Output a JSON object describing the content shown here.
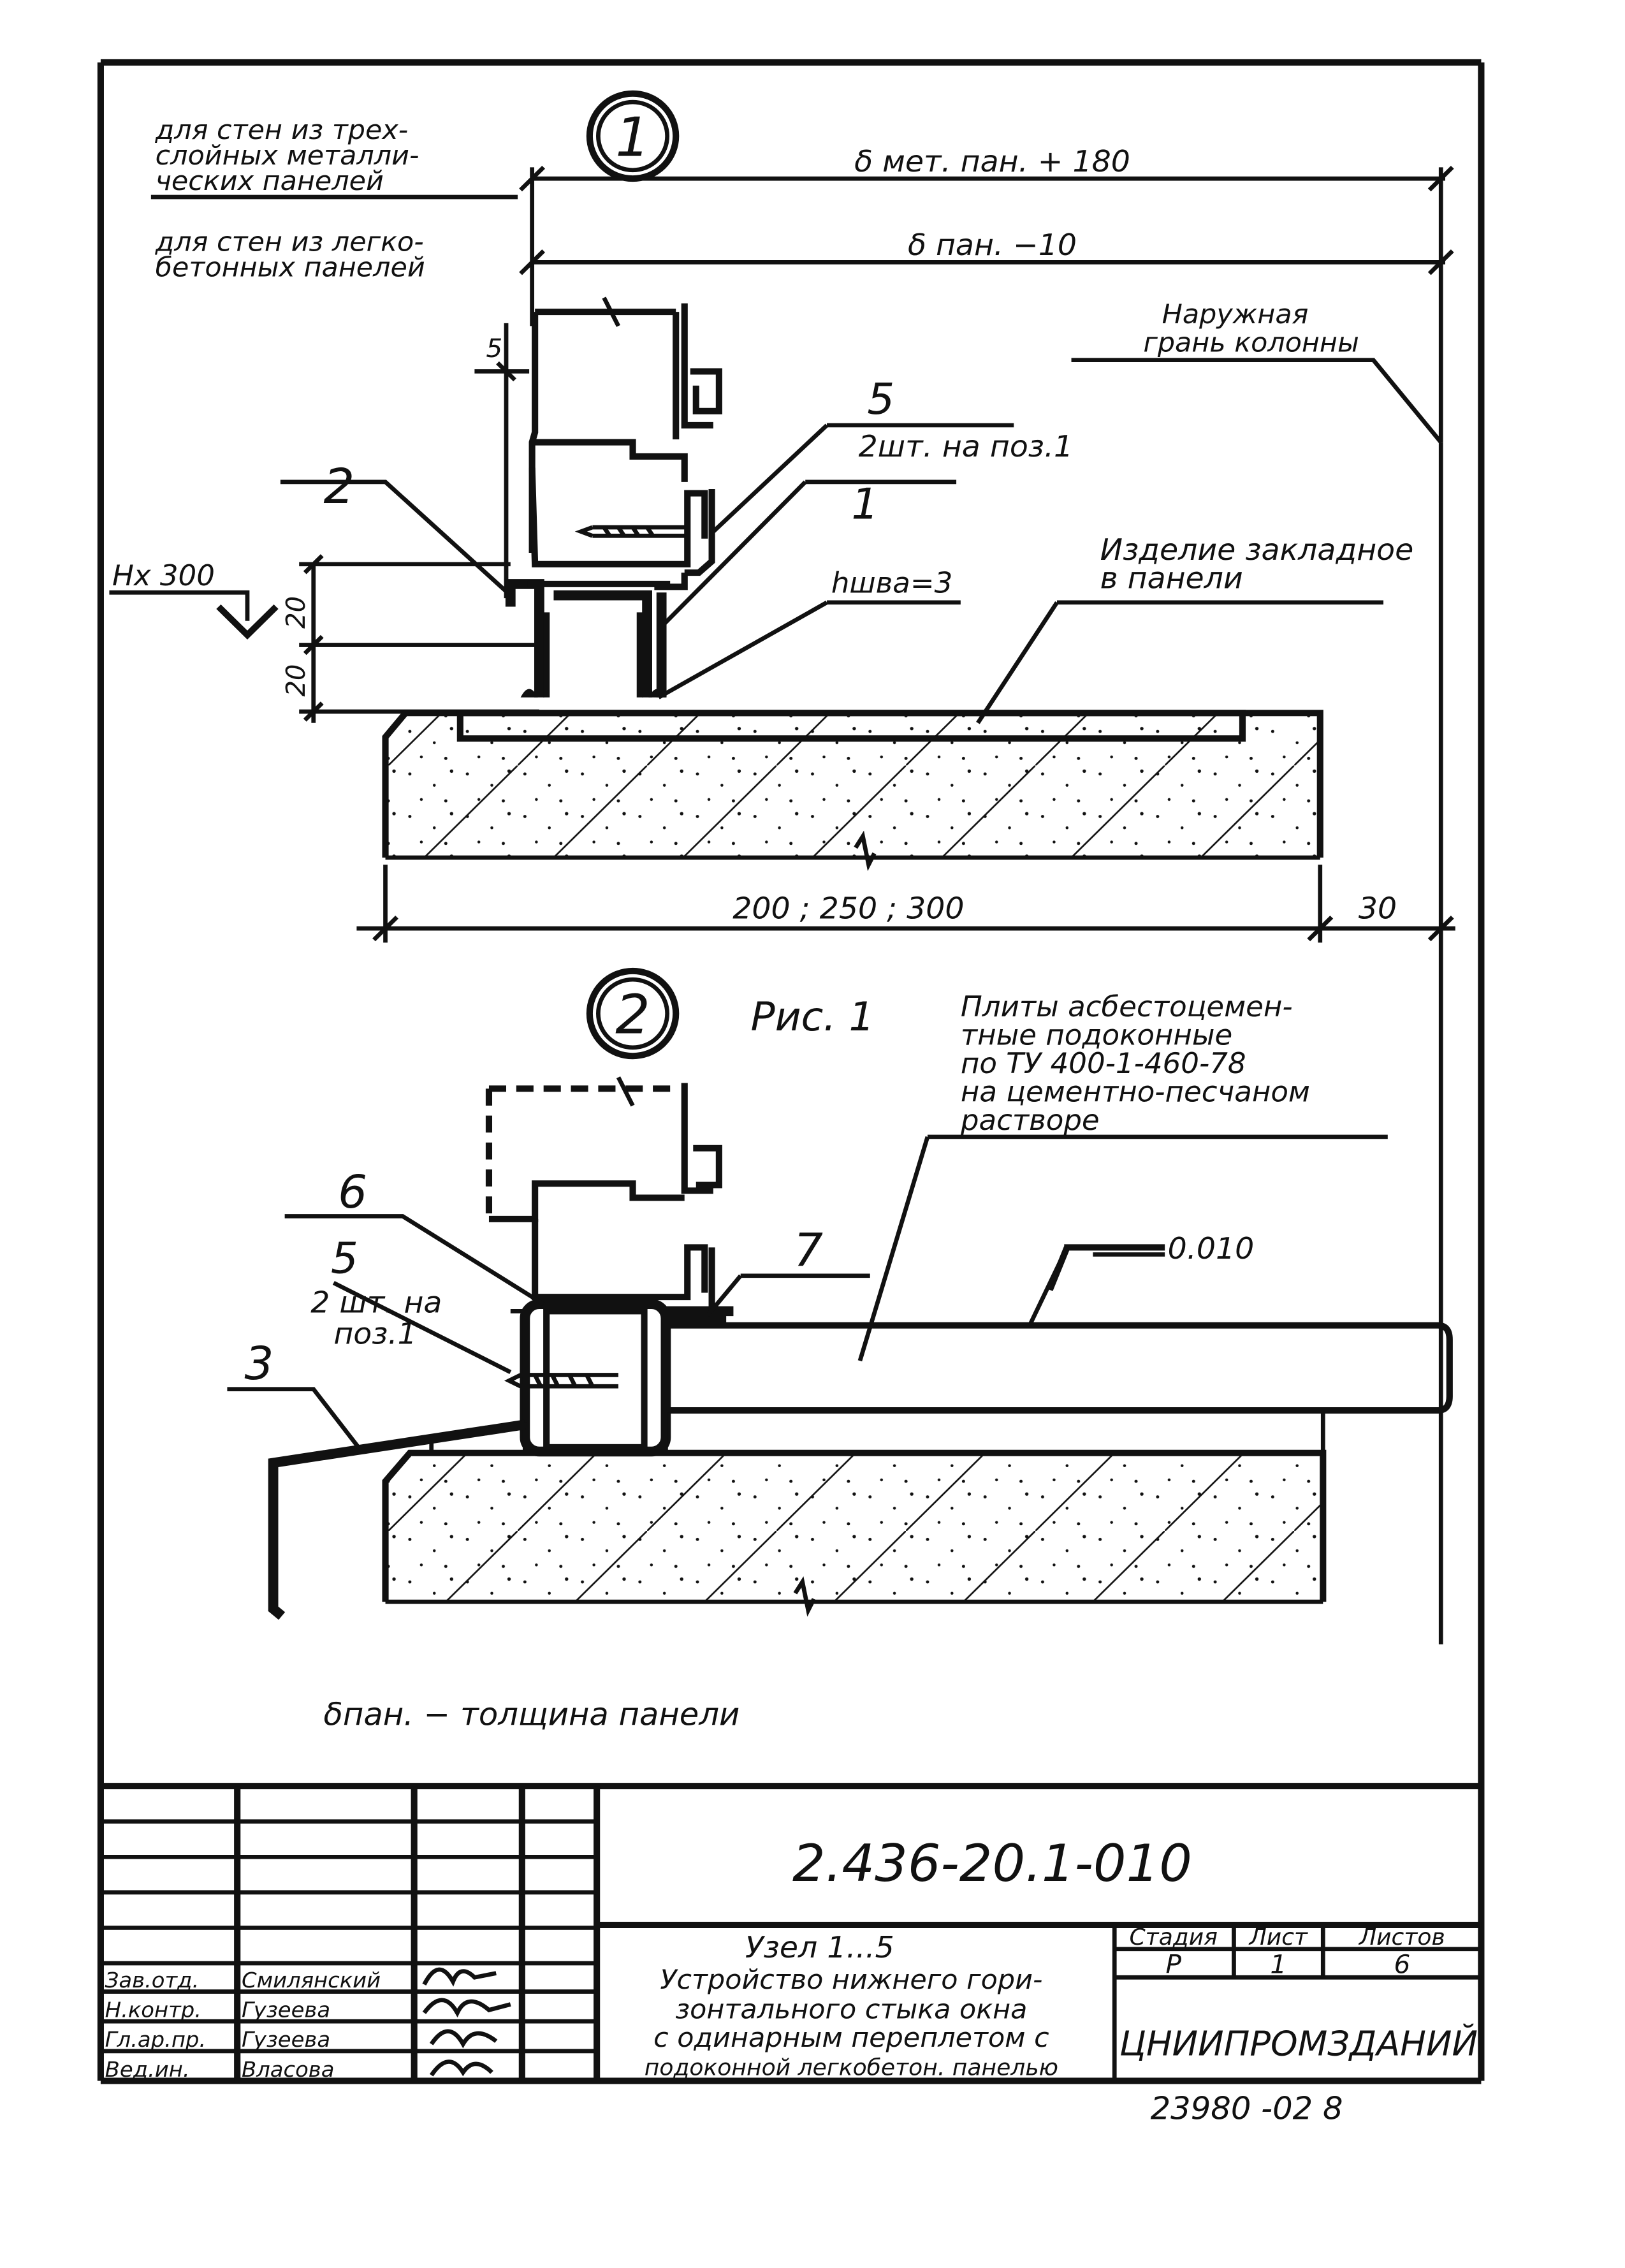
{
  "node1": {
    "number": "1",
    "note_metal_walls": [
      "для стен из трех-",
      "слойных металли-",
      "ческих панелей"
    ],
    "note_concrete_walls": [
      "для стен из легко-",
      "бетонных панелей"
    ],
    "dim_metal_panel": "δ мет. пан. + 180",
    "dim_concrete_panel": "δ пан. −10",
    "column_face": [
      "Наружная",
      "грань колонны"
    ],
    "dim_gap_5": "5",
    "label_5": "5",
    "label_5_note": "2шт. на поз.1",
    "label_1": "1",
    "label_2": "2",
    "weld": "hшва=3",
    "embed": [
      "Изделие закладное",
      "в панели"
    ],
    "dim_20a": "20",
    "dim_20b": "20",
    "level_mark": "Hx 300",
    "dim_width": "200 ; 250 ; 300",
    "dim_30": "30"
  },
  "node2": {
    "number": "2",
    "figure": "Рис. 1",
    "plates": [
      "Плиты асбестоцемен-",
      "тные подоконные",
      "по ТУ 400-1-460-78",
      "на цементно-песчаном",
      "растворе"
    ],
    "slope": "0.010",
    "label_6": "6",
    "label_7": "7",
    "label_5": "5",
    "label_5_note": [
      "2 шт. на",
      "поз.1"
    ],
    "label_3": "3"
  },
  "note_thickness": "δпан. − толщина панели",
  "stamp": {
    "code": "2.436-20.1-010",
    "title": [
      "Узел 1...5",
      "Устройство нижнего гори-",
      "зонтального стыка окна",
      "с одинарным переплетом с",
      "подоконной легкобетон. панелью"
    ],
    "headers": [
      "Стадия",
      "Лист",
      "Листов"
    ],
    "values": [
      "Р",
      "1",
      "6"
    ],
    "org": "ЦНИИПРОМЗДАНИЙ",
    "roles": [
      "Зав.отд.",
      "Н.контр.",
      "Гл.ар.пр.",
      "Вед.ин."
    ],
    "names": [
      "Смилянский",
      "Гузеева",
      "Гузеева",
      "Власова"
    ],
    "footer": "23980 -02  8"
  }
}
